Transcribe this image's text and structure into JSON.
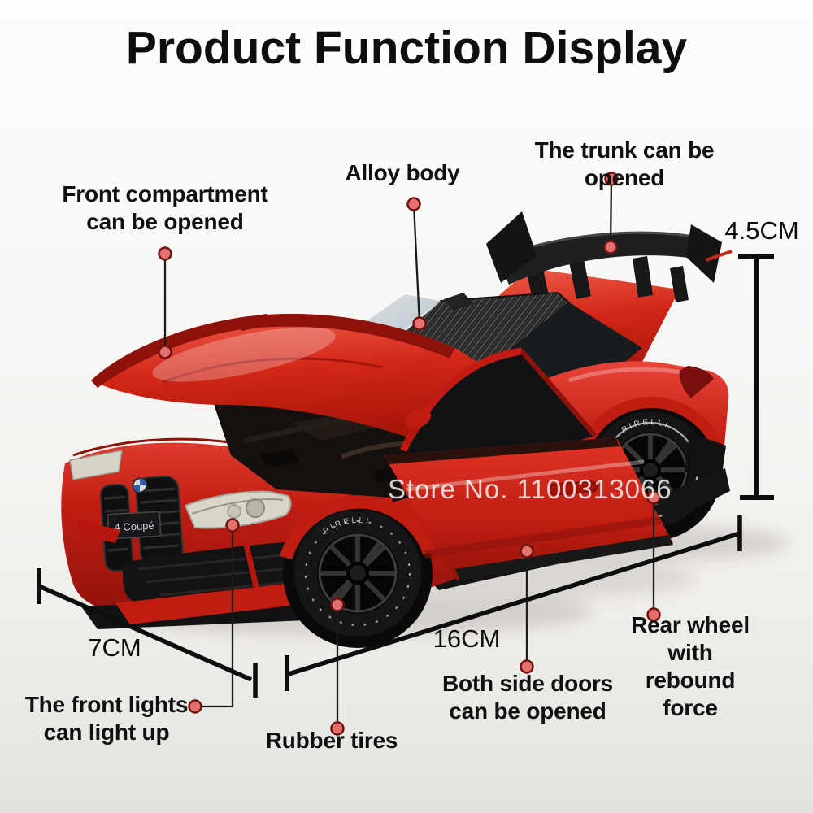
{
  "title": "Product Function Display",
  "watermark": "Store No. 1100313066",
  "labels": {
    "front_compartment": "Front compartment\ncan be opened",
    "alloy_body": "Alloy body",
    "trunk": "The trunk can be opened",
    "front_lights": "The front lights\ncan light up",
    "rubber_tires": "Rubber tires",
    "both_side_doors": "Both side doors\ncan be opened",
    "rear_wheel": "Rear wheel with\nrebound force"
  },
  "dimensions": {
    "height": "4.5CM",
    "width": "7CM",
    "length": "16CM"
  },
  "car": {
    "plate_text": "4 Coupé",
    "tire_text": "PIRELLI"
  },
  "colors": {
    "body_red": "#c01d12",
    "body_red_light": "#e8453a",
    "body_red_dark": "#8e120c",
    "callout_dot_fill": "#e4706e",
    "callout_dot_stroke": "#6d1412",
    "callout_line": "#1c1c1c",
    "dimension_line": "#0d0d0d",
    "text": "#101010",
    "background": "#f5f4f2",
    "carbon_roof": "#262626"
  }
}
